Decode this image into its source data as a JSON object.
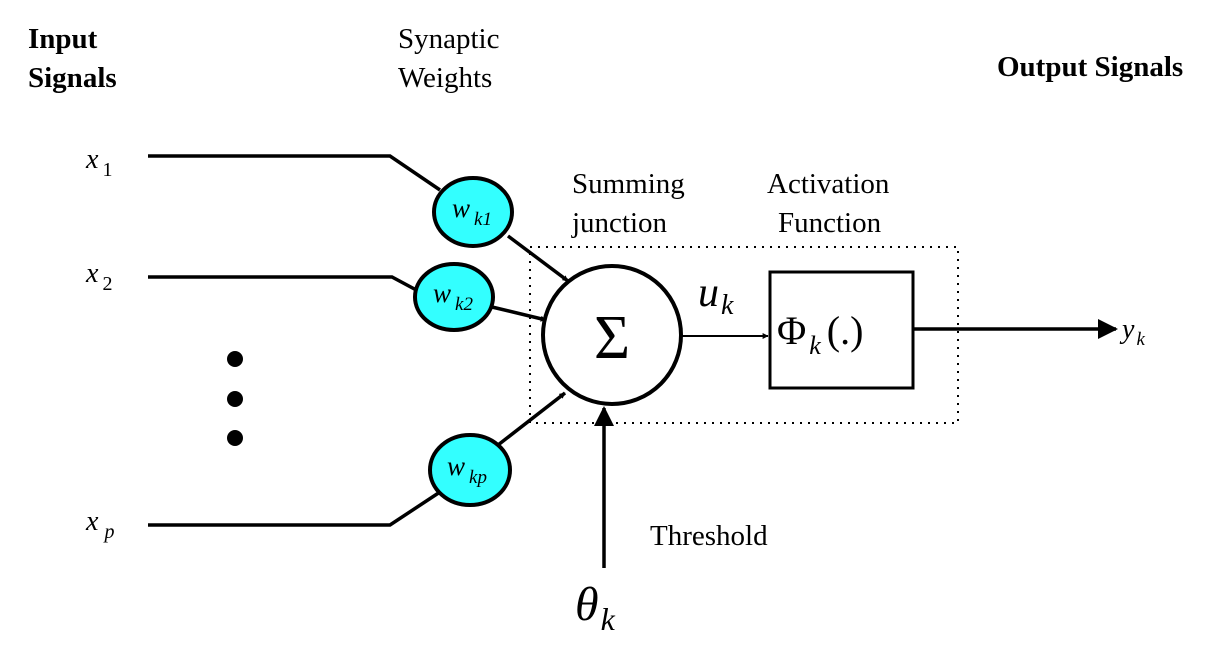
{
  "labels": {
    "input_signals_line1": "Input",
    "input_signals_line2": "Signals",
    "synaptic_weights_line1": "Synaptic",
    "synaptic_weights_line2": "Weights",
    "output_signals": "Output Signals",
    "summing_junction_line1": "Summing",
    "summing_junction_line2": "junction",
    "activation_function_line1": "Activation",
    "activation_function_line2": "Function",
    "threshold": "Threshold"
  },
  "inputs": [
    {
      "base": "x",
      "sub": "1"
    },
    {
      "base": "x",
      "sub": "2"
    },
    {
      "base": "x",
      "sub": "p"
    }
  ],
  "weights": [
    {
      "base": "w",
      "sub": "k1"
    },
    {
      "base": "w",
      "sub": "k2"
    },
    {
      "base": "w",
      "sub": "kp"
    }
  ],
  "sum_symbol": "Σ",
  "net_input": {
    "base": "u",
    "sub": "k"
  },
  "activation": {
    "base": "Φ",
    "sub": "k",
    "suffix": "(.)"
  },
  "output": {
    "base": "y",
    "sub": "k"
  },
  "threshold_symbol": {
    "base": "θ",
    "sub": "k"
  },
  "colors": {
    "weight_fill": "#33ffff",
    "stroke": "#000000",
    "background": "#ffffff"
  }
}
